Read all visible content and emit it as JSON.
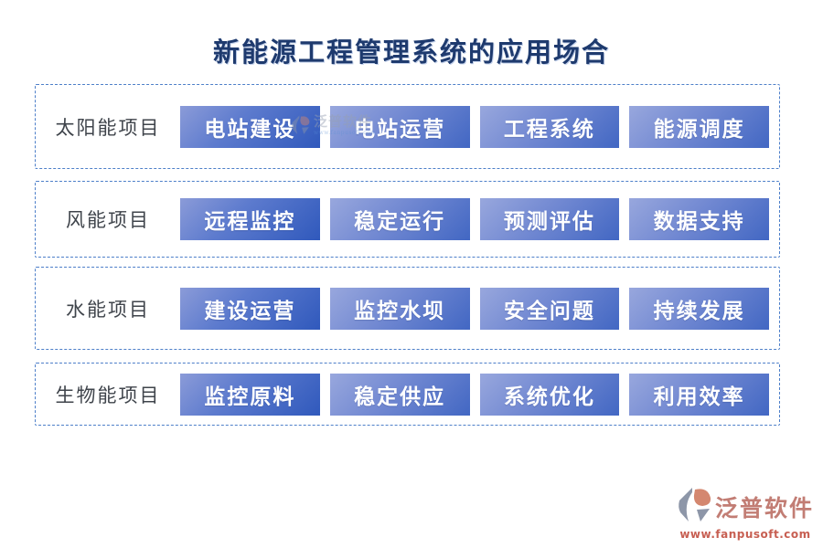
{
  "title": "新能源工程管理系统的应用场合",
  "rows": [
    {
      "label": "太阳能项目",
      "buttons": [
        "电站建设",
        "电站运营",
        "工程系统",
        "能源调度"
      ]
    },
    {
      "label": "风能项目",
      "buttons": [
        "远程监控",
        "稳定运行",
        "预测评估",
        "数据支持"
      ]
    },
    {
      "label": "水能项目",
      "buttons": [
        "建设运营",
        "监控水坝",
        "安全问题",
        "持续发展"
      ]
    },
    {
      "label": "生物能项目",
      "buttons": [
        "监控原料",
        "稳定供应",
        "系统优化",
        "利用效率"
      ]
    }
  ],
  "watermark": {
    "brand": "泛普软件"
  },
  "footer": {
    "brand": "泛普软件",
    "url": "www.fanpusoft.com"
  },
  "colors": {
    "title": "#1e3a6e",
    "row_border": "#4d7fc9",
    "row_label": "#3f444b",
    "button_gradient_light": "#98a7dd",
    "button_gradient_dark": "#3059bc",
    "button_text": "#ffffff",
    "footer_brand": "#c27d74",
    "footer_url": "#c75f52",
    "logo_gray": "#8d96a8",
    "logo_salmon": "#d4876f"
  }
}
